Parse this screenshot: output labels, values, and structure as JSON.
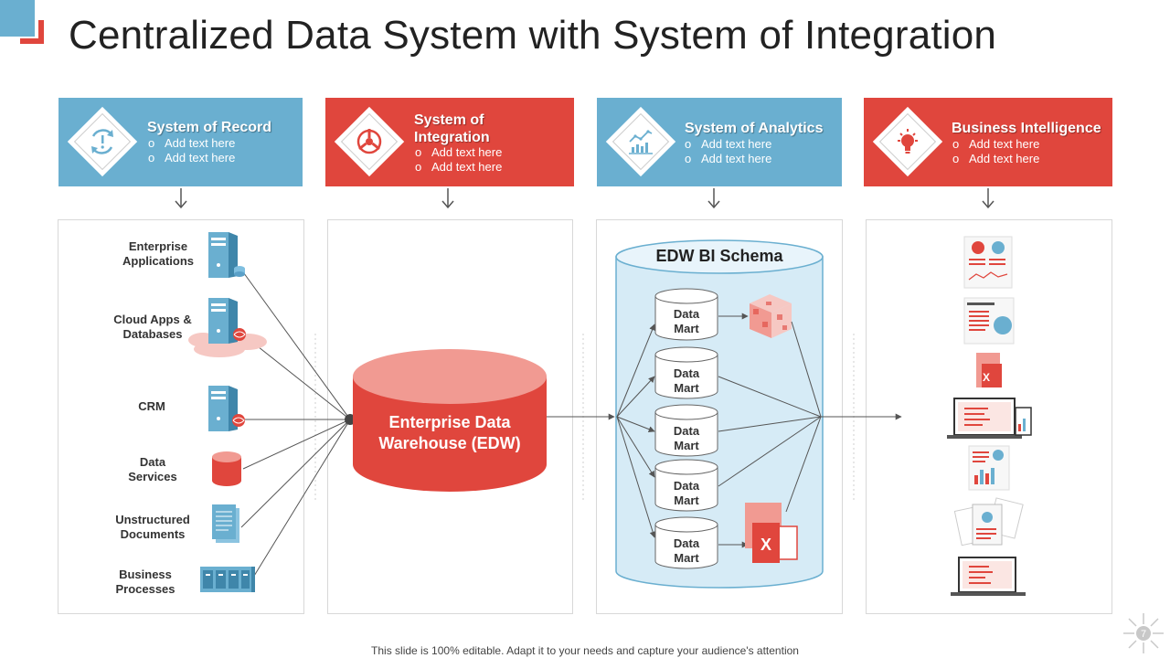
{
  "title": "Centralized Data System with System of Integration",
  "headers": [
    {
      "title": "System of Record",
      "bullets": [
        "Add text here",
        "Add text here"
      ],
      "icon": "refresh-clock-icon"
    },
    {
      "title": "System of Integration",
      "bullets": [
        "Add text here",
        "Add text here"
      ],
      "icon": "integration-icon"
    },
    {
      "title": "System of Analytics",
      "bullets": [
        "Add text here",
        "Add text here"
      ],
      "icon": "analytics-icon"
    },
    {
      "title": "Business Intelligence",
      "bullets": [
        "Add text here",
        "Add text here"
      ],
      "icon": "lightbulb-icon"
    }
  ],
  "sources": [
    {
      "label": "Enterprise Applications"
    },
    {
      "label": "Cloud Apps & Databases"
    },
    {
      "label": "CRM"
    },
    {
      "label": "Data Services"
    },
    {
      "label": "Unstructured Documents"
    },
    {
      "label": "Business Processes"
    }
  ],
  "warehouse": {
    "label": "Enterprise Data Warehouse (EDW)"
  },
  "schema": {
    "title": "EDW BI Schema",
    "marts": [
      "Data Mart",
      "Data Mart",
      "Data Mart",
      "Data Mart",
      "Data Mart"
    ]
  },
  "footer": "This slide is 100% editable. Adapt it to your needs and capture your audience's attention",
  "page_number": "7",
  "colors": {
    "blue": "#6aafd0",
    "red": "#e0463d",
    "light_blue": "#d6ebf6",
    "salmon": "#f19a92"
  }
}
